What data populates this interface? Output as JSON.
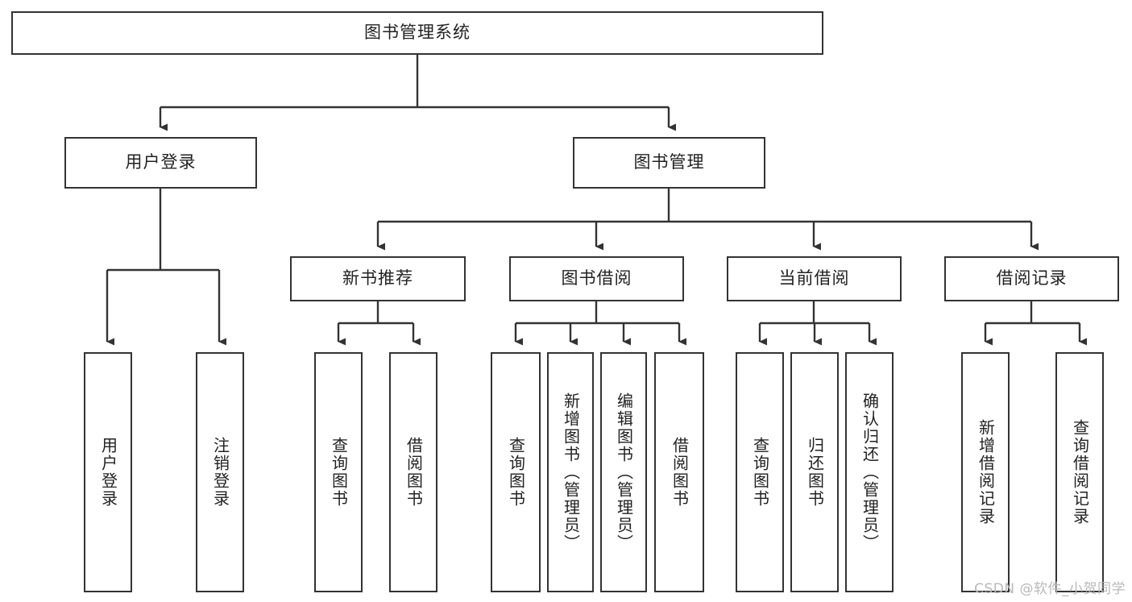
{
  "diagram": {
    "type": "tree",
    "title": "图书管理系统",
    "orientation": "top-down",
    "line_color": "#333333",
    "box_fill": "#ffffff",
    "box_border": "#333333",
    "levels": 4,
    "root": {
      "id": "root",
      "label": "图书管理系统",
      "text_direction": "horizontal"
    },
    "level2": [
      {
        "id": "user-login",
        "label": "用户登录",
        "text_direction": "horizontal"
      },
      {
        "id": "book-management",
        "label": "图书管理",
        "text_direction": "horizontal"
      }
    ],
    "level3": [
      {
        "id": "new-book-recommend",
        "label": "新书推荐",
        "text_direction": "horizontal",
        "parent": "book-management"
      },
      {
        "id": "book-borrow",
        "label": "图书借阅",
        "text_direction": "horizontal",
        "parent": "book-management"
      },
      {
        "id": "current-borrow",
        "label": "当前借阅",
        "text_direction": "horizontal",
        "parent": "book-management"
      },
      {
        "id": "borrow-record",
        "label": "借阅记录",
        "text_direction": "horizontal",
        "parent": "book-management"
      }
    ],
    "leaves": {
      "user_login": [
        {
          "id": "leaf-user-login",
          "label": "用户登录",
          "text_direction": "vertical"
        },
        {
          "id": "leaf-logout",
          "label": "注销登录",
          "text_direction": "vertical"
        }
      ],
      "new_book_recommend": [
        {
          "id": "leaf-query-book-1",
          "label": "查询图书",
          "text_direction": "vertical"
        },
        {
          "id": "leaf-borrow-book-1",
          "label": "借阅图书",
          "text_direction": "vertical"
        }
      ],
      "book_borrow": [
        {
          "id": "leaf-query-book-2",
          "label": "查询图书",
          "text_direction": "vertical"
        },
        {
          "id": "leaf-add-book",
          "label": "新增图书（管理员）",
          "text_direction": "vertical"
        },
        {
          "id": "leaf-edit-book",
          "label": "编辑图书（管理员）",
          "text_direction": "vertical"
        },
        {
          "id": "leaf-borrow-book-2",
          "label": "借阅图书",
          "text_direction": "vertical"
        }
      ],
      "current_borrow": [
        {
          "id": "leaf-query-book-3",
          "label": "查询图书",
          "text_direction": "vertical"
        },
        {
          "id": "leaf-return-book",
          "label": "归还图书",
          "text_direction": "vertical"
        },
        {
          "id": "leaf-confirm-return",
          "label": "确认归还（管理员）",
          "text_direction": "vertical"
        }
      ],
      "borrow_record": [
        {
          "id": "leaf-add-record",
          "label": "新增借阅记录",
          "text_direction": "vertical"
        },
        {
          "id": "leaf-query-record",
          "label": "查询借阅记录",
          "text_direction": "vertical"
        }
      ]
    }
  },
  "watermark": {
    "text": "CSDN @软件_小贺同学"
  }
}
